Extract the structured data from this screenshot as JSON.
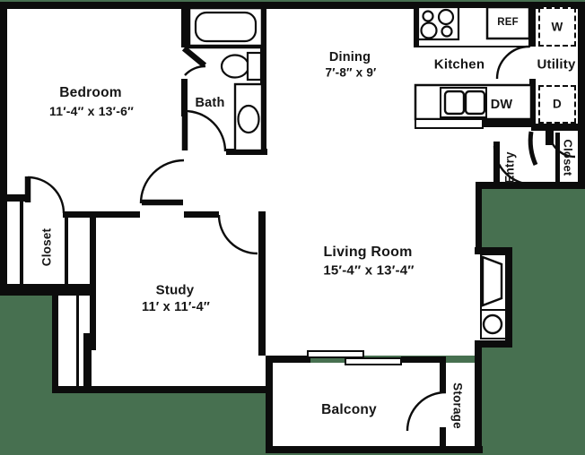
{
  "floorplan": {
    "colors": {
      "background": "#477050",
      "walls": "#0c0c0c",
      "floor": "#ffffff"
    },
    "rooms": {
      "bedroom": {
        "name": "Bedroom",
        "dims": "11′-4″ x 13′-6″"
      },
      "bath": {
        "name": "Bath"
      },
      "dining": {
        "name": "Dining",
        "dims": "7′-8″ x 9′"
      },
      "kitchen": {
        "name": "Kitchen"
      },
      "utility": {
        "name": "Utility"
      },
      "living_room": {
        "name": "Living Room",
        "dims": "15′-4″ x 13′-4″"
      },
      "study": {
        "name": "Study",
        "dims": "11′ x 11′-4″"
      },
      "balcony": {
        "name": "Balcony"
      },
      "storage": {
        "name": "Storage"
      },
      "entry": {
        "name": "Entry"
      },
      "closet_left": {
        "name": "Closet"
      },
      "closet_right": {
        "name": "Closet"
      }
    },
    "appliances": {
      "refrigerator": "REF",
      "washer": "W",
      "dryer": "D",
      "dishwasher": "DW"
    }
  }
}
